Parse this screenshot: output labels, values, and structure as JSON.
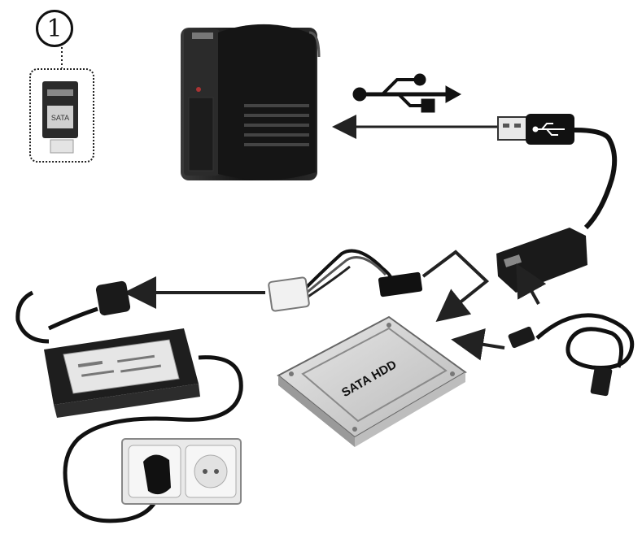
{
  "step": {
    "number": "1"
  },
  "inset": {
    "connector_label": "SATA"
  },
  "hdd": {
    "label": "SATA HDD"
  },
  "colors": {
    "ink": "#111111",
    "cable": "#1a1a1a",
    "metal": "#cfcfcf",
    "arrow": "#222222"
  }
}
